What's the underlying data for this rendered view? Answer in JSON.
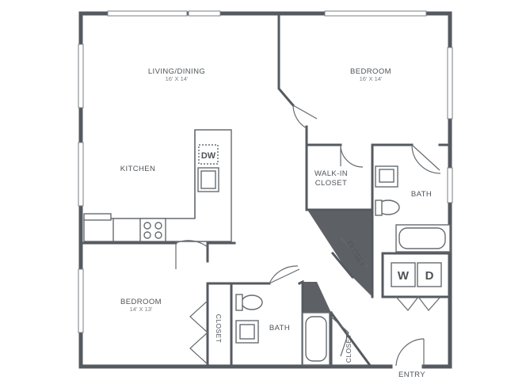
{
  "rooms": {
    "living_dining": {
      "label": "LIVING/DINING",
      "dimensions": "16' X 14'"
    },
    "bedroom_main": {
      "label": "BEDROOM",
      "dimensions": "16' X 14'"
    },
    "kitchen": {
      "label": "KITCHEN"
    },
    "walk_in_closet": {
      "line1": "WALK-IN",
      "line2": "CLOSET"
    },
    "bath_upper": {
      "label": "BATH"
    },
    "bedroom_second": {
      "label": "BEDROOM",
      "dimensions": "14' X 13'"
    },
    "bath_lower": {
      "label": "BATH"
    },
    "entry": {
      "label": "ENTRY"
    }
  },
  "closets": {
    "hall": "CLOSET",
    "bedroom": "CLOSET",
    "entry": "CLOSET"
  },
  "appliances": {
    "dishwasher": "DW",
    "washer": "W",
    "dryer": "D"
  }
}
